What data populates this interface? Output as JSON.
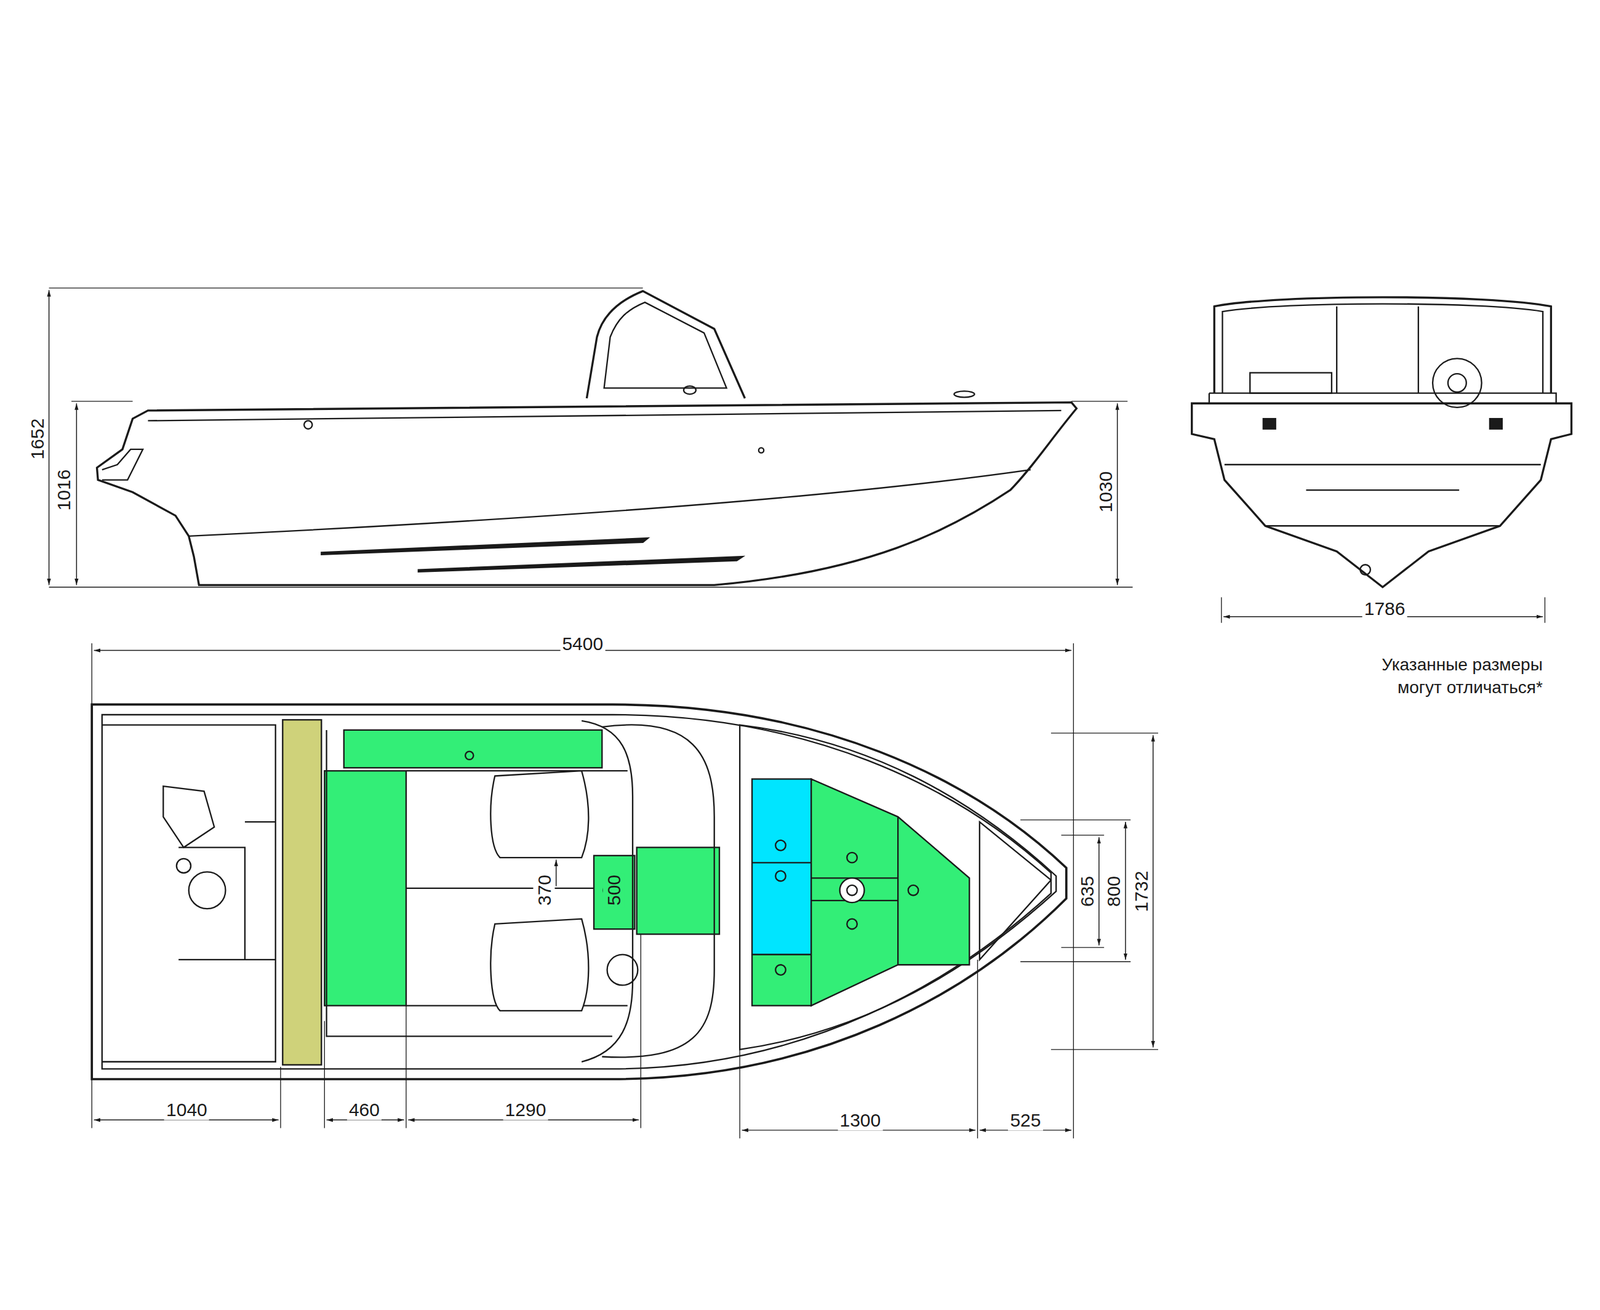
{
  "diagram": {
    "labels": [
      "1652",
      "1016",
      "1030",
      "1786",
      "5400",
      "Указанные размеры могут отличаться*",
      "1040",
      "460",
      "1290",
      "370",
      "500",
      "1300",
      "525",
      "635",
      "800",
      "1732"
    ]
  }
}
